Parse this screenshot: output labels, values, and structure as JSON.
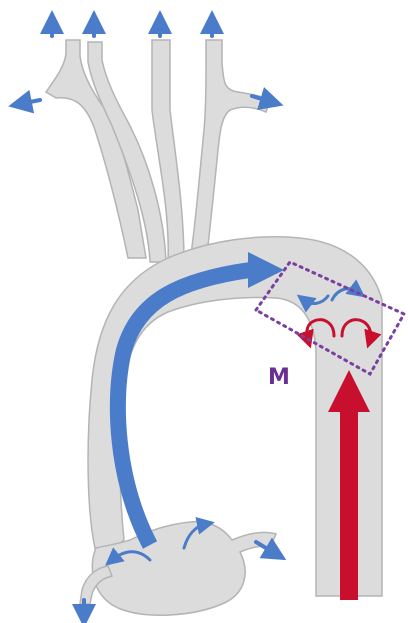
{
  "figure": {
    "region_label": "M",
    "colors": {
      "vessel_fill": "#dcdcdc",
      "vessel_stroke": "#b4b4b4",
      "forward_flow": "#4a7cc9",
      "retrograde_flow": "#c8102e",
      "region_box": "#7a3fa0",
      "label": "#6a2f8f"
    },
    "structures": [
      "ascending-aorta",
      "aortic-arch",
      "descending-aorta",
      "supra-aortic-branches",
      "aortic-root"
    ],
    "flows": [
      {
        "name": "main-arch-flow",
        "color": "forward_flow",
        "icon": "curved-arrow"
      },
      {
        "name": "descending-flow",
        "color": "retrograde_flow",
        "icon": "straight-arrow"
      },
      {
        "name": "branch-outflow",
        "color": "forward_flow",
        "icon": "small-arrow"
      },
      {
        "name": "vortex-upper",
        "color": "forward_flow",
        "icon": "curl-arrow"
      },
      {
        "name": "vortex-lower",
        "color": "retrograde_flow",
        "icon": "curl-arrow"
      }
    ]
  }
}
